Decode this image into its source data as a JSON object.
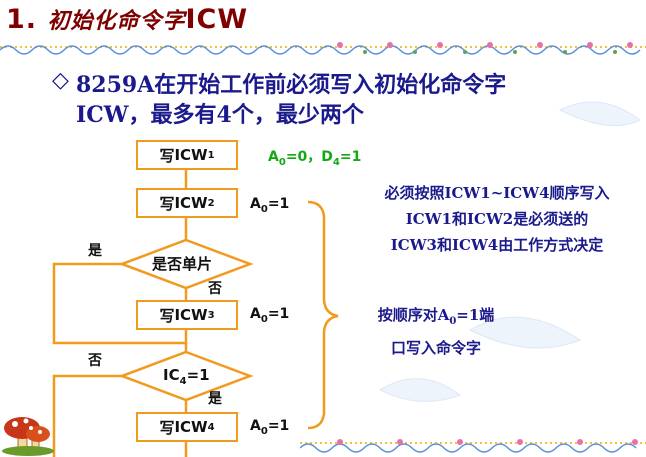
{
  "title": {
    "number": "1.",
    "chinese": "初始化命令字",
    "latin": "ICW"
  },
  "intro": {
    "bullet_icon": "hollow-diamond-icon",
    "line1": "8259A在开始工作前必须写入初始化命令字",
    "line2": "ICW，最多有4个，最少两个"
  },
  "flow": {
    "write": "写",
    "icw_prefix": "ICW",
    "sub1": "1",
    "sub2": "2",
    "sub3": "3",
    "sub4": "4",
    "a0_prefix": "A",
    "sub0": "0",
    "a0_eq0": "=0，D",
    "d4_eq1": "=1",
    "eq1": "=1",
    "decision1": "是否单片",
    "decision2_prefix": "IC",
    "decision2_sub": "4",
    "decision2_suffix": "=1",
    "yes": "是",
    "no": "否"
  },
  "notes": {
    "line1": "必须按照ICW1~ICW4顺序写入",
    "line2": "ICW1和ICW2是必须送的",
    "line3": "ICW3和ICW4由工作方式决定",
    "line4a": "按顺序对A",
    "line4b": "=1端",
    "line5": "口写入命令字"
  },
  "colors": {
    "title": "#800000",
    "text_blue": "#1a1a8c",
    "flow_orange": "#f09a1e",
    "green": "#14a814",
    "wallpaper_blue": "#6fa0d8"
  },
  "decorations": {
    "mushroom_icon": "mushroom-icon",
    "border_icon": "dotted-wave-border-icon"
  }
}
